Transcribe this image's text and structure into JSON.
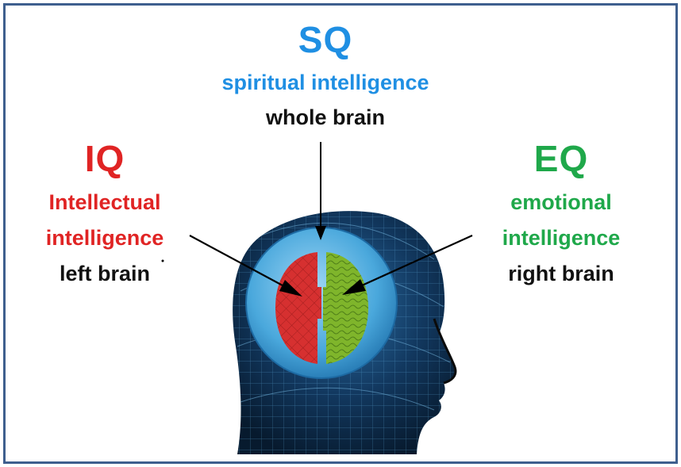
{
  "sq": {
    "abbr": "SQ",
    "line1": "spiritual intelligence",
    "line2": "whole brain",
    "color": "#1f8fe3"
  },
  "iq": {
    "abbr": "IQ",
    "line1": "Intellectual",
    "line2": "intelligence",
    "line3": "left brain",
    "color": "#e02424"
  },
  "eq": {
    "abbr": "EQ",
    "line1": "emotional",
    "line2": "intelligence",
    "line3": "right brain",
    "color": "#1fa84a"
  },
  "colors": {
    "frame": "#3e5f8e",
    "head": "#0f2a4a",
    "brain_ring": "#5eb6e6",
    "left_brain": "#d63030",
    "right_brain": "#7fb52b"
  },
  "icons": {
    "head": "wireframe-head-icon",
    "brain": "brain-hemispheres-icon"
  }
}
